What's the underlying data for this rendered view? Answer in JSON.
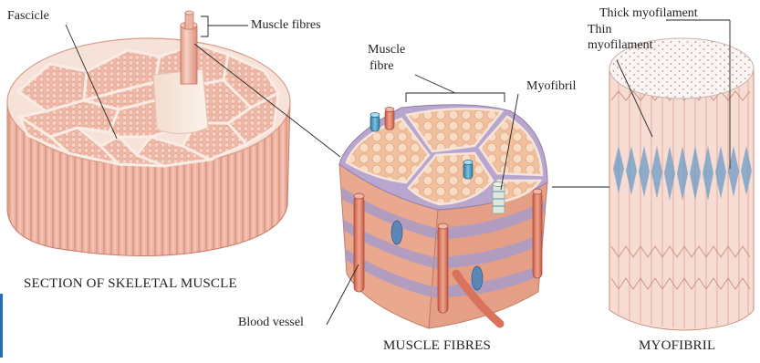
{
  "labels": {
    "fascicle": "Fascicle",
    "muscle_fibres": "Muscle fibres",
    "muscle_fibre_line1": "Muscle",
    "muscle_fibre_line2": "fibre",
    "myofibril": "Myofibril",
    "thin_line1": "Thin",
    "thin_line2": "myofilament",
    "thick_myofilament": "Thick myofilament",
    "blood_vessel": "Blood vessel"
  },
  "captions": {
    "section": "SECTION OF SKELETAL MUSCLE",
    "fibres": "MUSCLE FIBRES",
    "myofibril": "MYOFIBRIL"
  },
  "colors": {
    "muscle_light": "#f4cdbd",
    "muscle_mid": "#e9a996",
    "muscle_dark": "#d78672",
    "sheath": "#f8e7dc",
    "band_purple": "#a79bc4",
    "vessel_red": "#d9735b",
    "vessel_blue": "#3f8fb5",
    "filament_blue": "#6c9dc6"
  }
}
